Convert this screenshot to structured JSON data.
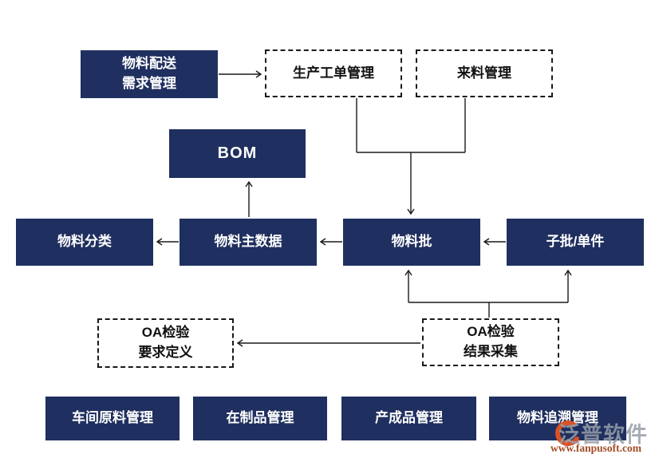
{
  "diagram": {
    "boxes": {
      "delivery": {
        "label": "物料配送\n需求管理"
      },
      "production_order": {
        "label": "生产工单管理"
      },
      "incoming_material": {
        "label": "来料管理"
      },
      "bom": {
        "label": "BOM"
      },
      "material_category": {
        "label": "物料分类"
      },
      "material_master": {
        "label": "物料主数据"
      },
      "material_batch": {
        "label": "物料批"
      },
      "sub_batch": {
        "label": "子批/单件"
      },
      "oa_inspection_req": {
        "label": "OA检验\n要求定义"
      },
      "oa_inspection_collect": {
        "label": "OA检验\n结果采集"
      },
      "workshop_raw": {
        "label": "车间原料管理"
      },
      "wip": {
        "label": "在制品管理"
      },
      "finished_goods": {
        "label": "产成品管理"
      },
      "material_trace": {
        "label": "物料追溯管理"
      }
    },
    "colors": {
      "box_fill": "#1f2f5f",
      "box_text": "#ffffff",
      "dashed_border": "#1a1a1a",
      "line": "#1a1a1a",
      "watermark_url": "#a14b28",
      "watermark_swoosh": "#d85226"
    },
    "watermark": {
      "logo": "泛普软件",
      "url": "www.fanpusoft.com"
    }
  }
}
